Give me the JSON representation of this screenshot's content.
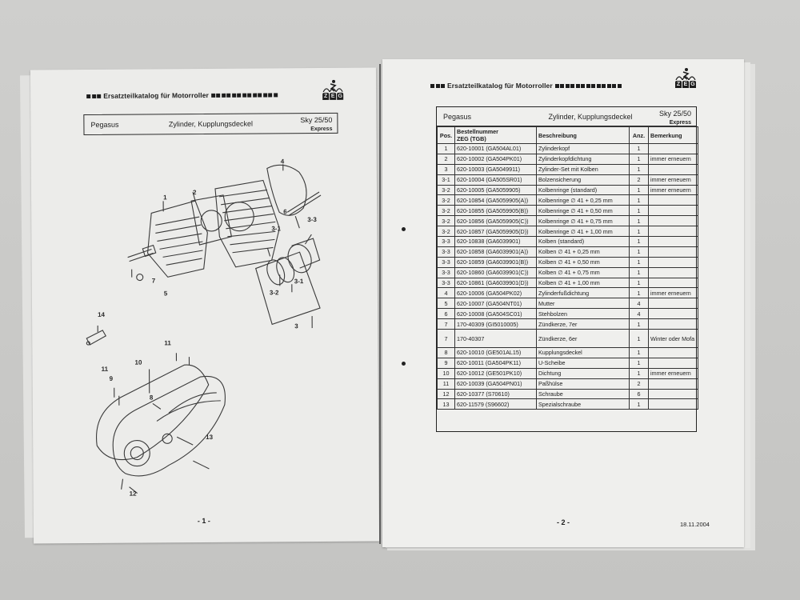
{
  "catalog_header": "Ersatzteilkatalog für Motorroller",
  "logo_text": [
    "Z",
    "E",
    "G"
  ],
  "left_page": {
    "title_box": {
      "model": "Pegasus",
      "section": "Zylinder, Kupplungsdeckel",
      "variant": "Sky 25/50",
      "variant_sub": "Express"
    },
    "diagram": {
      "cylinder_callouts": [
        "1",
        "2",
        "4",
        "6",
        "3-3",
        "3-1",
        "3-1",
        "3-2",
        "3",
        "7",
        "5"
      ],
      "cover_callouts": [
        "14",
        "11",
        "11",
        "10",
        "9",
        "8",
        "13",
        "12"
      ]
    },
    "page_number": "- 1 -"
  },
  "right_page": {
    "title_box": {
      "model": "Pegasus",
      "section": "Zylinder, Kupplungsdeckel",
      "variant": "Sky 25/50",
      "variant_sub": "Express"
    },
    "table": {
      "headers": {
        "pos": "Pos.",
        "order_no": "Bestellnummer",
        "order_no_sub": "ZEG (TGB)",
        "description": "Beschreibung",
        "qty": "Anz.",
        "remark": "Bemerkung"
      },
      "rows": [
        {
          "pos": "1",
          "order_no": "620-10001 (GA504AL01)",
          "description": "Zylinderkopf",
          "qty": "1",
          "remark": ""
        },
        {
          "pos": "2",
          "order_no": "620-10002 (GA504PK01)",
          "description": "Zylinderkopfdichtung",
          "qty": "1",
          "remark": "immer erneuern"
        },
        {
          "pos": "3",
          "order_no": "620-10003 (GA5049911)",
          "description": "Zylinder-Set mit Kolben",
          "qty": "1",
          "remark": ""
        },
        {
          "pos": "3-1",
          "order_no": "620-10004 (GA505SR01)",
          "description": "Bolzensicherung",
          "qty": "2",
          "remark": "immer erneuern"
        },
        {
          "pos": "3-2",
          "order_no": "620-10005 (GA5059905)",
          "description": "Kolbenringe (standard)",
          "qty": "1",
          "remark": "immer erneuern"
        },
        {
          "pos": "3-2",
          "order_no": "620-10854 (GA5059905(A))",
          "description": "Kolbenringe ∅ 41 + 0,25 mm",
          "qty": "1",
          "remark": ""
        },
        {
          "pos": "3-2",
          "order_no": "620-10855 (GA5059905(B))",
          "description": "Kolbenringe ∅ 41 + 0,50 mm",
          "qty": "1",
          "remark": ""
        },
        {
          "pos": "3-2",
          "order_no": "620-10856 (GA5059905(C))",
          "description": "Kolbenringe ∅ 41 + 0,75 mm",
          "qty": "1",
          "remark": ""
        },
        {
          "pos": "3-2",
          "order_no": "620-10857 (GA5059905(D))",
          "description": "Kolbenringe ∅ 41 + 1,00 mm",
          "qty": "1",
          "remark": ""
        },
        {
          "pos": "3-3",
          "order_no": "620-10838 (GA6039901)",
          "description": "Kolben (standard)",
          "qty": "1",
          "remark": ""
        },
        {
          "pos": "3-3",
          "order_no": "620-10858 (GA6039901(A))",
          "description": "Kolben ∅ 41 + 0,25 mm",
          "qty": "1",
          "remark": ""
        },
        {
          "pos": "3-3",
          "order_no": "620-10859 (GA6039901(B))",
          "description": "Kolben ∅ 41 + 0,50 mm",
          "qty": "1",
          "remark": ""
        },
        {
          "pos": "3-3",
          "order_no": "620-10860 (GA6039901(C))",
          "description": "Kolben ∅ 41 + 0,75 mm",
          "qty": "1",
          "remark": ""
        },
        {
          "pos": "3-3",
          "order_no": "620-10861 (GA6039901(D))",
          "description": "Kolben ∅ 41 + 1,00 mm",
          "qty": "1",
          "remark": ""
        },
        {
          "pos": "4",
          "order_no": "620-10006 (GA504PK02)",
          "description": "Zylinderfußdichtung",
          "qty": "1",
          "remark": "immer erneuern"
        },
        {
          "pos": "5",
          "order_no": "620-10007 (GA504NT01)",
          "description": "Mutter",
          "qty": "4",
          "remark": ""
        },
        {
          "pos": "6",
          "order_no": "620-10008 (GA504SC01)",
          "description": "Stehbolzen",
          "qty": "4",
          "remark": ""
        },
        {
          "pos": "7",
          "order_no": "170-40309 (GI5010005)",
          "description": "Zündkerze, 7er",
          "qty": "1",
          "remark": ""
        },
        {
          "pos": "7",
          "order_no": "170-40307",
          "description": "Zündkerze, 6er",
          "qty": "1",
          "remark": "Winter oder Mofa"
        },
        {
          "pos": "8",
          "order_no": "620-10010 (GE501AL15)",
          "description": "Kupplungsdeckel",
          "qty": "1",
          "remark": ""
        },
        {
          "pos": "9",
          "order_no": "620-10011 (GA504PK11)",
          "description": "U-Scheibe",
          "qty": "1",
          "remark": ""
        },
        {
          "pos": "10",
          "order_no": "620-10012 (GE501PK10)",
          "description": "Dichtung",
          "qty": "1",
          "remark": "immer erneuern"
        },
        {
          "pos": "11",
          "order_no": "620-10039 (GA504PN01)",
          "description": "Paßhülse",
          "qty": "2",
          "remark": ""
        },
        {
          "pos": "12",
          "order_no": "620-10377 (S70610)",
          "description": "Schraube",
          "qty": "6",
          "remark": ""
        },
        {
          "pos": "13",
          "order_no": "620-11579 (S96602)",
          "description": "Spezialschraube",
          "qty": "1",
          "remark": ""
        }
      ]
    },
    "page_number": "- 2 -",
    "date": "18.11.2004"
  }
}
